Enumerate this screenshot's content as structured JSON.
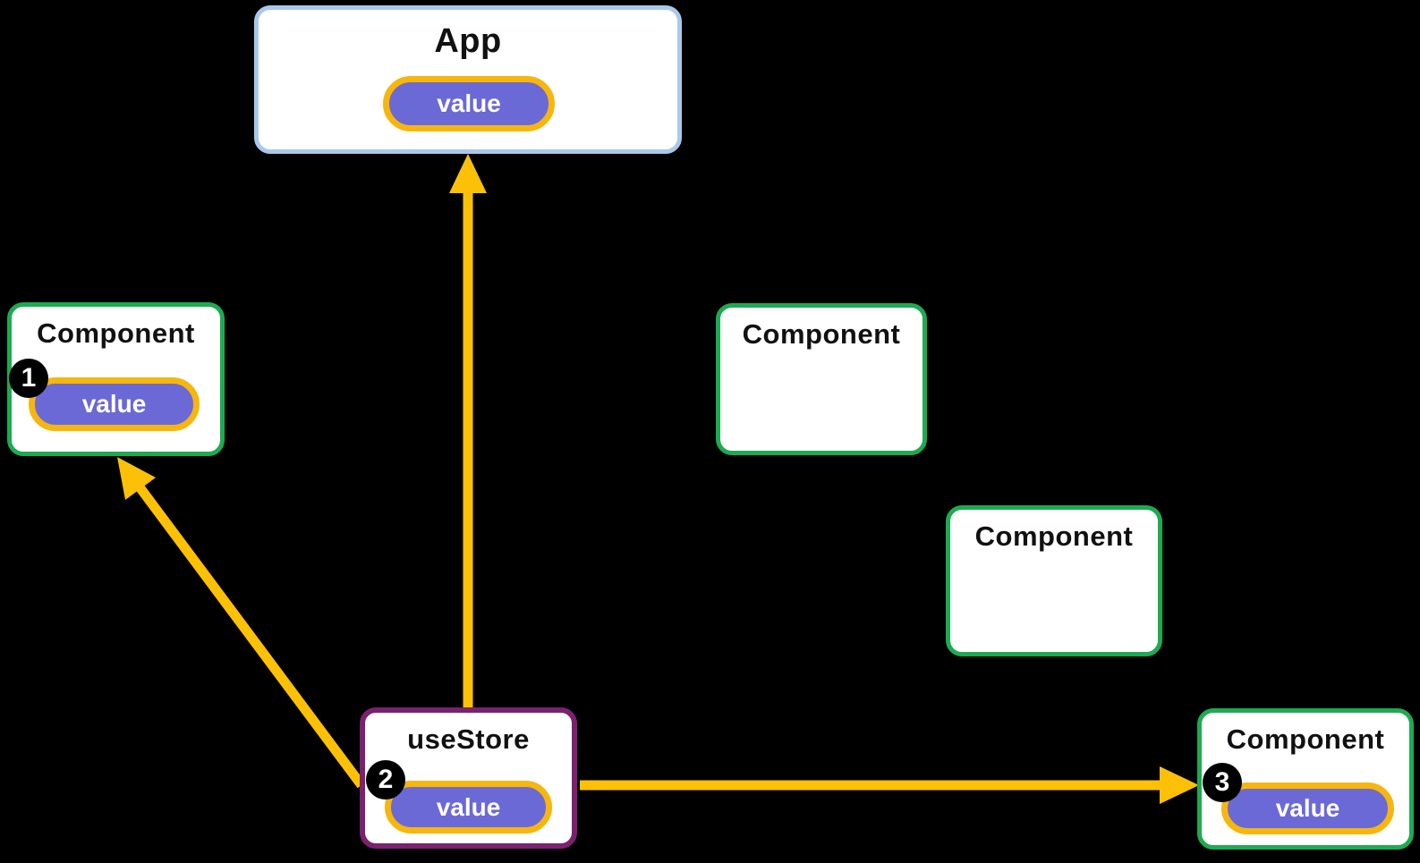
{
  "canvas": {
    "background": "#000000"
  },
  "colors": {
    "canvas_bg": "#000000",
    "node_fill": "#ffffff",
    "app_border": "#A8C9EC",
    "component_border": "#1DAB51",
    "store_border": "#7A2170",
    "pill_fill": "#6B69D6",
    "pill_border": "#F6B60E",
    "arrow": "#FCC106",
    "badge_bg": "#000000",
    "badge_text": "#ffffff",
    "title_text": "#111111",
    "pill_text": "#ffffff"
  },
  "nodes": {
    "app": {
      "title": "App",
      "pill_label": "value"
    },
    "component_left": {
      "title": "Component",
      "badge": "1",
      "pill_label": "value"
    },
    "component_mid_top": {
      "title": "Component"
    },
    "component_mid_bottom": {
      "title": "Component"
    },
    "use_store": {
      "title": "useStore",
      "badge": "2",
      "pill_label": "value"
    },
    "component_right": {
      "title": "Component",
      "badge": "3",
      "pill_label": "value"
    }
  },
  "edges": [
    {
      "name": "usestore-to-app",
      "from": "useStore",
      "to": "App",
      "style": "yellow-arrow"
    },
    {
      "name": "usestore-to-component-left",
      "from": "useStore",
      "to": "Component (1)",
      "style": "yellow-arrow"
    },
    {
      "name": "usestore-to-component-right",
      "from": "useStore",
      "to": "Component (3)",
      "style": "yellow-arrow"
    }
  ]
}
